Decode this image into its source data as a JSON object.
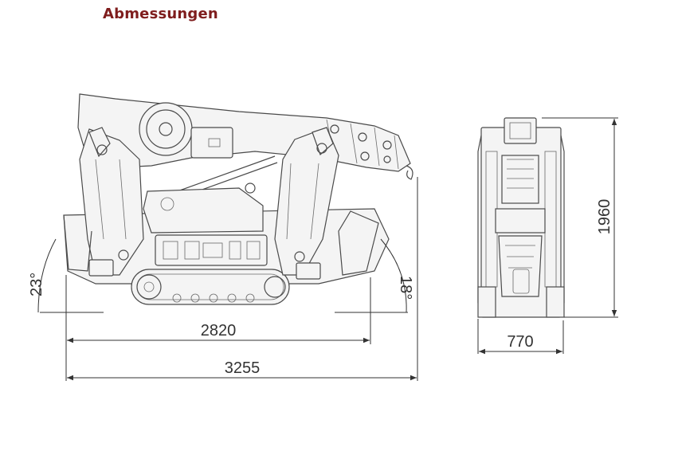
{
  "title": "Abmessungen",
  "dimensions": {
    "width_tracks": "2820",
    "total_length": "3255",
    "front_width": "770",
    "height": "1960",
    "angle_left": "23°",
    "angle_right": "18°"
  },
  "colors": {
    "title": "#7f1d1d",
    "lines": "#333333"
  }
}
